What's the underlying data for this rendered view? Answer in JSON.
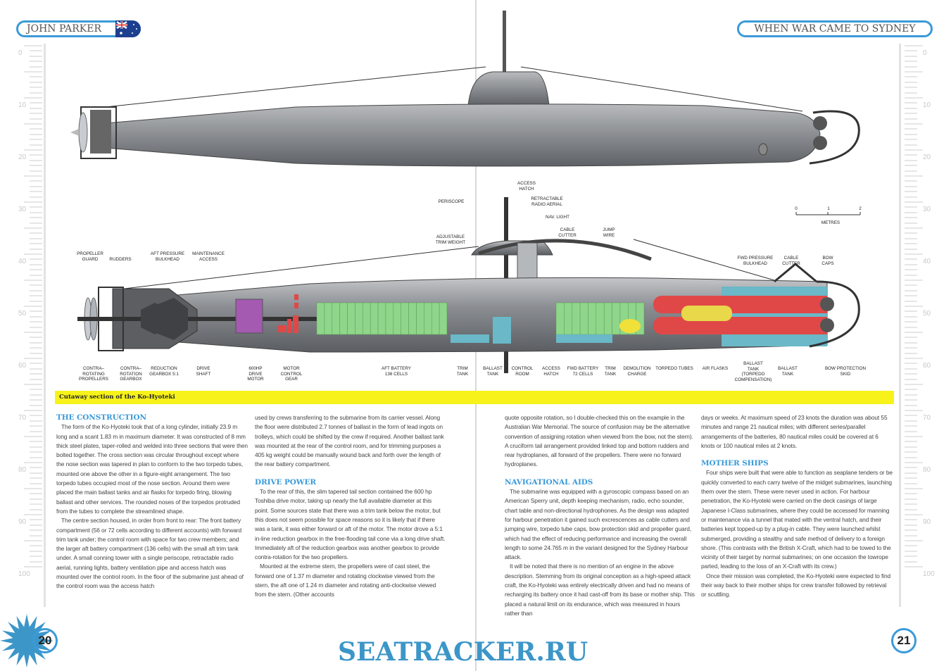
{
  "header": {
    "left_title": "JOHN PARKER",
    "right_title": "WHEN WAR CAME TO SYDNEY"
  },
  "rulers": {
    "marks": [
      "0",
      "10",
      "20",
      "30",
      "40",
      "50",
      "60",
      "70",
      "80",
      "90",
      "100"
    ]
  },
  "diagram": {
    "scale": {
      "ticks": [
        "0",
        "1",
        "2"
      ],
      "unit": "METRES"
    },
    "labels": [
      "PROPELLER\nGUARD",
      "RUDDERS",
      "AFT PRESSURE\nBULKHEAD",
      "MAINTENANCE\nACCESS",
      "ADJUSTABLE\nTRIM WEIGHT",
      "PERISCOPE",
      "ACCESS\nHATCH",
      "RETRACTABLE\nRADIO AERIAL",
      "NAV. LIGHT",
      "CABLE\nCUTTER",
      "JUMP\nWIRE",
      "FWD PRESSURE\nBULKHEAD",
      "CABLE\nCUTTER",
      "BOW\nCAPS",
      "CONTRA–\nROTATING\nPROPELLERS",
      "CONTRA–\nROTATION\nGEARBOX",
      "REDUCTION\nGEARBOX 5:1",
      "DRIVE\nSHAFT",
      "600HP\nDRIVE\nMOTOR",
      "MOTOR\nCONTROL\nGEAR",
      "AFT BATTERY\n136 CELLS",
      "TRIM\nTANK",
      "BALLAST\nTANK",
      "CONTROL\nROOM",
      "ACCESS\nHATCH",
      "FWD BATTERY\n72 CELLS",
      "TRIM\nTANK",
      "DEMOLITION\nCHARGE",
      "TORPEDO TUBES",
      "AIR FLASKS",
      "BALLAST\nTANK\n(TORPEDO\nCOMPENSATION)",
      "BALLAST\nTANK",
      "BOW PROTECTION\nSKID"
    ],
    "caption": "Cutaway section of the Ko-Hyoteki",
    "colors": {
      "hull": "#8a8d91",
      "battery": "#8fd68a",
      "motor": "#a35ab0",
      "torpedo": "#e04848",
      "flask": "#e8d84a",
      "ballast": "#6ab8c8"
    }
  },
  "article": {
    "col1": {
      "h1": "THE CONSTRUCTION",
      "p1": "The form of the Ko-Hyoteki took that of a long cylinder, initially 23.9 m long and a scant 1.83 m in maximum diameter. It was constructed of 8 mm thick steel plates, taper-rolled and welded into three sections that were then bolted together. The cross section was circular throughout except where the nose section was tapered in plan to conform to the two torpedo tubes, mounted one above the other in a figure-eight arrangement. The two torpedo tubes occupied most of the nose section. Around them were placed the main ballast tanks and air flasks for torpedo firing, blowing ballast and other services. The rounded noses of the torpedos protruded from the tubes to complete the streamlined shape.",
      "p2": "The centre section housed, in order from front to rear: The front battery compartment (56 or 72 cells according to different accounts) with forward trim tank under; the control room with space for two crew members; and the larger aft battery compartment (136 cells) with the small aft trim tank under. A small conning tower with a single periscope, retractable radio aerial, running lights, battery ventilation pipe and access hatch was mounted over the control room. In the floor of the submarine just ahead of the control room was the access hatch"
    },
    "col2": {
      "p0": "used by crews transferring to the submarine from its carrier vessel. Along the floor were distributed 2.7 tonnes of ballast in the form of lead ingots on trolleys, which could be shifted by the crew if required. Another ballast tank was mounted at the rear of the control room, and for trimming purposes a 405 kg weight could be manually wound back and forth over the length of the rear battery compartment.",
      "h1": "DRIVE POWER",
      "p1": "To the rear of this, the slim tapered tail section contained the 600 hp Toshiba drive motor, taking up nearly the full available diameter at this point. Some sources state that there was a trim tank below the motor, but this does not seem possible for space reasons so it is likely that if there was a tank, it was either forward or aft of the motor. The motor drove a 5:1 in-line reduction gearbox in the free-flooding tail cone via a long drive shaft. Immediately aft of the reduction gearbox was another gearbox to provide contra-rotation for the two propellers.",
      "p2": "Mounted at the extreme stern, the propellers were of cast steel, the forward one of 1.37 m diameter and rotating clockwise viewed from the stern, the aft one of 1.24 m diameter and rotating anti-clockwise viewed from the stern. (Other accounts"
    },
    "col3": {
      "p0": "quote opposite rotation, so I double-checked this on the example in the Australian War Memorial. The source of confusion may be the alternative convention of assigning rotation when viewed from the bow, not the stern). A cruciform tail arrangement provided linked top and bottom rudders and rear hydroplanes, all forward of the propellers. There were no forward hydroplanes.",
      "h1": "NAVIGATIONAL AIDS",
      "p1": "The submarine was equipped with a gyroscopic compass based on an American Sperry unit, depth keeping mechanism, radio, echo sounder, chart table and non-directional hydrophones. As the design was adapted for harbour penetration it gained such excrescences as cable cutters and jumping wire, torpedo tube caps, bow protection skid and propeller guard, which had the effect of reducing performance and increasing the overall length to some 24.765 m in the variant designed for the Sydney Harbour attack.",
      "p2": "It will be noted that there is no mention of an engine in the above description. Stemming from its original conception as a high-speed attack craft, the Ko-Hyoteki was entirely electrically driven and had no means of recharging its battery once it had cast-off from its base or mother ship. This placed a natural limit on its endurance, which was measured in hours rather than"
    },
    "col4": {
      "p0": "days or weeks. At maximum speed of 23 knots the duration was about 55 minutes and range 21 nautical miles; with different series/parallel arrangements of the batteries, 80 nautical miles could be covered at 6 knots or 100 nautical miles at 2 knots.",
      "h1": "MOTHER SHIPS",
      "p1": "Four ships were built that were able to function as seaplane tenders or be quickly converted to each carry twelve of the midget submarines, launching them over the stern. These were never used in action. For harbour penetration, the Ko-Hyoteki were carried on the deck casings of large Japanese I-Class submarines, where they could be accessed for manning or maintenance via a tunnel that mated with the ventral hatch, and their batteries kept topped-up by a plug-in cable. They were launched whilst submerged, providing a stealthy and safe method of delivery to a foreign shore. (This contrasts with the British X-Craft, which had to be towed to the vicinity of their target by normal submarines; on one occasion the towrope parted, leading to the loss of an X-Craft with its crew.)",
      "p2": "Once their mission was completed, the Ko-Hyoteki were expected to find their way back to their mother ships for crew transfer followed by retrieval or scuttling."
    }
  },
  "footer": {
    "left_page": "20",
    "right_page": "21"
  },
  "watermark": "SEATRACKER.RU"
}
